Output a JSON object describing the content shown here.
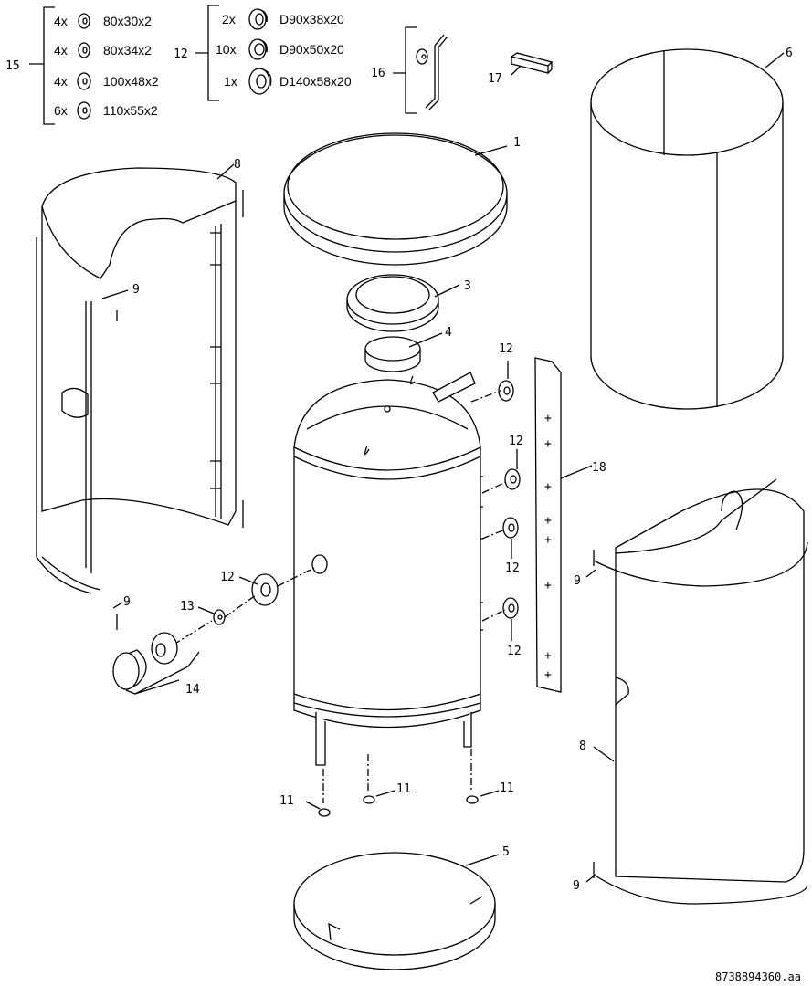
{
  "legend_15": {
    "callout": "15",
    "items": [
      {
        "qty": "4x",
        "size": "80x30x2"
      },
      {
        "qty": "4x",
        "size": "80x34x2"
      },
      {
        "qty": "4x",
        "size": "100x48x2"
      },
      {
        "qty": "6x",
        "size": "110x55x2"
      }
    ]
  },
  "legend_12": {
    "callout": "12",
    "items": [
      {
        "qty": "2x",
        "size": "D90x38x20"
      },
      {
        "qty": "10x",
        "size": "D90x50x20"
      },
      {
        "qty": "1x",
        "size": "D140x58x20"
      }
    ]
  },
  "callouts": {
    "c1": "1",
    "c3": "3",
    "c4": "4",
    "c5": "5",
    "c6": "6",
    "c8a": "8",
    "c8b": "8",
    "c9a": "9",
    "c9b": "9",
    "c9c": "9",
    "c9d": "9",
    "c11a": "11",
    "c11b": "11",
    "c11c": "11",
    "c12a": "12",
    "c12b": "12",
    "c12c": "12",
    "c12d": "12",
    "c12e": "12",
    "c13": "13",
    "c14": "14",
    "c16": "16",
    "c17": "17",
    "c18": "18"
  },
  "drawing_number": "8738894360.aa"
}
